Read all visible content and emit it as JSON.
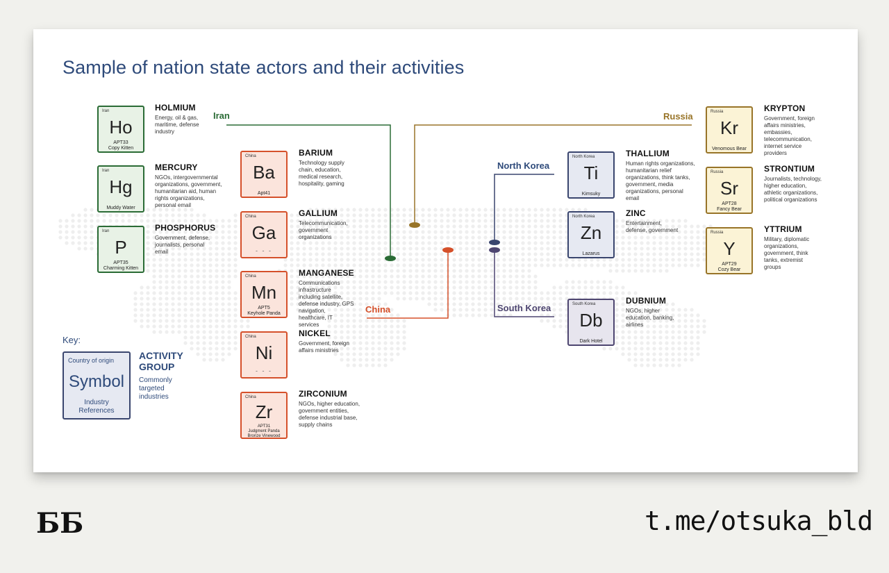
{
  "slide": {
    "title": "Sample of nation state actors and their activities"
  },
  "countries": {
    "iran": "Iran",
    "russia": "Russia",
    "north_korea": "North Korea",
    "south_korea": "South Korea",
    "china": "China"
  },
  "actors": [
    {
      "country": "Iran",
      "symbol": "Ho",
      "name": "HOLMIUM",
      "refs": [
        "APT33",
        "Copy Kitten"
      ],
      "desc": "Energy, oil & gas, maritime, defense industry"
    },
    {
      "country": "Iran",
      "symbol": "Hg",
      "name": "MERCURY",
      "refs": [
        "",
        "Muddy Water"
      ],
      "desc": "NGOs, intergovernmental organizations, government, humanitarian aid, human rights organizations, personal email"
    },
    {
      "country": "Iran",
      "symbol": "P",
      "name": "PHOSPHORUS",
      "refs": [
        "APT35",
        "Charming Kitten"
      ],
      "desc": "Government, defense, journalists, personal email"
    },
    {
      "country": "China",
      "symbol": "Ba",
      "name": "BARIUM",
      "refs": [
        "",
        "Apt41"
      ],
      "desc": "Technology supply chain, education, medical research, hospitality, gaming"
    },
    {
      "country": "China",
      "symbol": "Ga",
      "name": "GALLIUM",
      "refs": [
        "- - -",
        ""
      ],
      "desc": "Telecommunication, government organizations"
    },
    {
      "country": "China",
      "symbol": "Mn",
      "name": "MANGANESE",
      "refs": [
        "APT5",
        "Keyhole Panda"
      ],
      "desc": "Communications infrastructure including satellite, defense industry, GPS navigation, healthcare, IT services"
    },
    {
      "country": "China",
      "symbol": "Ni",
      "name": "NICKEL",
      "refs": [
        "- - -",
        ""
      ],
      "desc": "Government, foreign affairs ministries"
    },
    {
      "country": "China",
      "symbol": "Zr",
      "name": "ZIRCONIUM",
      "refs": [
        "APT31",
        "Judgment Panda",
        "Bronze Vinewood"
      ],
      "desc": "NGOs, higher education, government entities, defense industrial base, supply chains"
    },
    {
      "country": "North Korea",
      "symbol": "Ti",
      "name": "THALLIUM",
      "refs": [
        "",
        "Kimsuky"
      ],
      "desc": "Human rights organizations, humanitarian relief organizations, think tanks, government, media organizations, personal email"
    },
    {
      "country": "North Korea",
      "symbol": "Zn",
      "name": "ZINC",
      "refs": [
        "",
        "Lazarus"
      ],
      "desc": "Entertainment, defense, government"
    },
    {
      "country": "South Korea",
      "symbol": "Db",
      "name": "DUBNIUM",
      "refs": [
        "",
        "Dark Hotel"
      ],
      "desc": "NGOs, higher education, banking, airlines"
    },
    {
      "country": "Russia",
      "symbol": "Kr",
      "name": "KRYPTON",
      "refs": [
        "",
        "Venomous Bear"
      ],
      "desc": "Government, foreign affairs ministries, embassies, telecommunication, internet service providers"
    },
    {
      "country": "Russia",
      "symbol": "Sr",
      "name": "STRONTIUM",
      "refs": [
        "APT28",
        "Fancy Bear"
      ],
      "desc": "Journalists, technology, higher education, athletic organizations, political organizations"
    },
    {
      "country": "Russia",
      "symbol": "Y",
      "name": "YTTRIUM",
      "refs": [
        "APT29",
        "Cozy Bear"
      ],
      "desc": "Military, diplomatic organizations, government, think tanks, extremist groups"
    }
  ],
  "key": {
    "label": "Key:",
    "country": "Country of origin",
    "symbol": "Symbol",
    "ref1": "Industry",
    "ref2": "References",
    "group": "ACTIVITY GROUP",
    "desc": "Commonly targeted industries"
  },
  "colors": {
    "iran": "#2a6b35",
    "china": "#d5502a",
    "north_korea": "#39456e",
    "south_korea": "#4d4570",
    "russia": "#987428",
    "title": "#2e4a7a"
  },
  "footer": {
    "logo": "ƂƂ",
    "handle": "t.me/otsuka_bld"
  }
}
